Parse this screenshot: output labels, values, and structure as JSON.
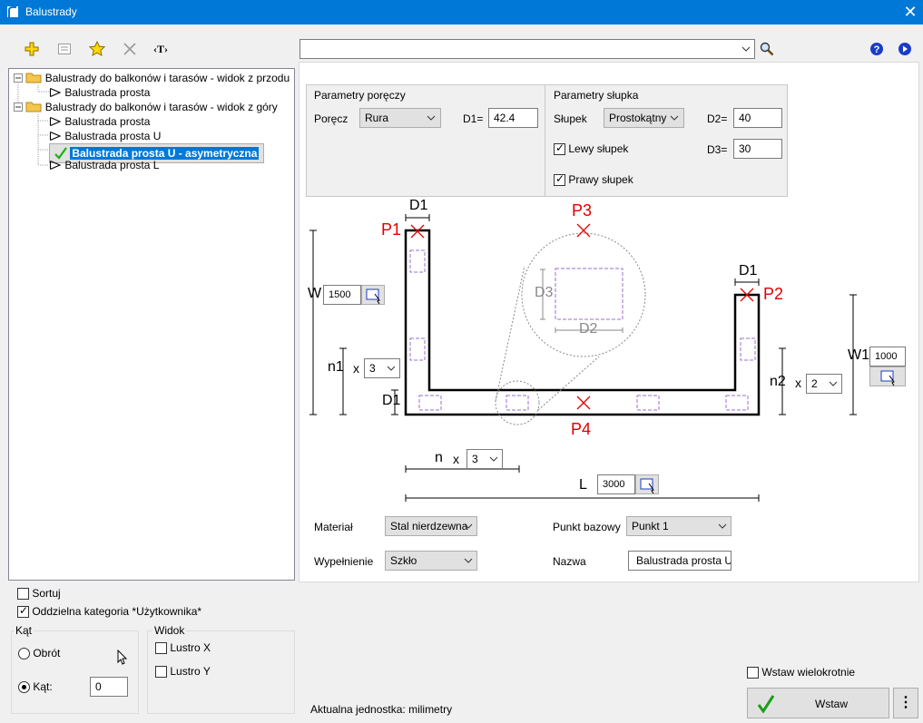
{
  "window": {
    "title": "Balustrady",
    "close_symbol": "✕"
  },
  "toolbar": {
    "text_tool_label": "‹T›",
    "search_value": ""
  },
  "tree": {
    "items": [
      {
        "label": "Balustrady do balkonów i tarasów - widok z przodu",
        "type": "folder"
      },
      {
        "label": "Balustrada prosta",
        "type": "item"
      },
      {
        "label": "Balustrady do balkonów i tarasów - widok z góry",
        "type": "folder"
      },
      {
        "label": "Balustrada prosta",
        "type": "item"
      },
      {
        "label": "Balustrada prosta U",
        "type": "item"
      },
      {
        "label": "Balustrada prosta U - asymetryczna",
        "type": "item",
        "selected": true
      },
      {
        "label": "Balustrada prosta L",
        "type": "item"
      }
    ]
  },
  "railing_params": {
    "title": "Parametry poręczy",
    "rail_label": "Poręcz",
    "rail_value": "Rura",
    "d1_label": "D1=",
    "d1_value": "42.4"
  },
  "post_params": {
    "title": "Parametry słupka",
    "post_label": "Słupek",
    "post_value": "Prostokątny",
    "d2_label": "D2=",
    "d2_value": "40",
    "d3_label": "D3=",
    "d3_value": "30",
    "left_post_label": "Lewy słupek",
    "right_post_label": "Prawy słupek"
  },
  "diagram": {
    "labels": {
      "d1_top": "D1",
      "d1_right": "D1",
      "d1_left": "D1",
      "d2": "D2",
      "d3": "D3",
      "p1": "P1",
      "p2": "P2",
      "p3": "P3",
      "p4": "P4",
      "w": "W",
      "w1": "W1",
      "n1": "n1",
      "n2": "n2",
      "n": "n",
      "l": "L",
      "x1": "x",
      "x2": "x",
      "x3": "x"
    },
    "w_value": "1500",
    "w1_value": "1000",
    "n1_value": "3",
    "n2_value": "2",
    "n_value": "3",
    "l_value": "3000"
  },
  "bottom_params": {
    "material_label": "Materiał",
    "material_value": "Stal nierdzewna",
    "base_point_label": "Punkt bazowy",
    "base_point_value": "Punkt 1",
    "fill_label": "Wypełnienie",
    "fill_value": "Szkło",
    "name_label": "Nazwa",
    "name_value": "Balustrada prosta U"
  },
  "options": {
    "sort_label": "Sortuj",
    "user_category_label": "Oddzielna kategoria *Użytkownika*",
    "angle_group_title": "Kąt",
    "rotation_label": "Obrót",
    "angle_label": "Kąt:",
    "angle_value": "0",
    "view_group_title": "Widok",
    "mirror_x_label": "Lustro X",
    "mirror_y_label": "Lustro Y"
  },
  "status": {
    "unit_text": "Aktualna jednostka: milimetry"
  },
  "actions": {
    "insert_multiple_label": "Wstaw wielokrotnie",
    "insert_label": "Wstaw",
    "more_label": "⋮"
  },
  "colors": {
    "accent": "#0078d7",
    "point_red": "#e00000",
    "dash_purple": "#9b6fd0"
  }
}
